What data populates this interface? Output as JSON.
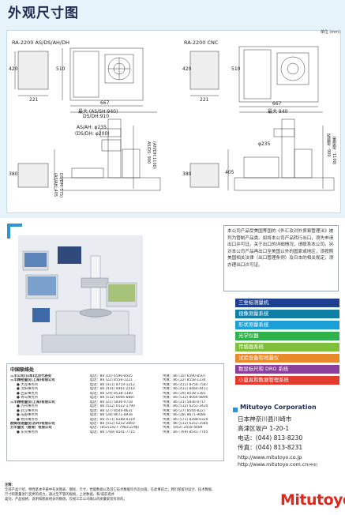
{
  "header": {
    "title": "外观尺寸图"
  },
  "drawing": {
    "unit_label": "单位 (mm)",
    "left_title": "RA-2200 AS/DS/AH/DH",
    "right_title": "RA-2200 CNC",
    "dims": {
      "h420": "420",
      "h510_a": "510",
      "w221": "221",
      "w667_a": "667",
      "max_as_sh": "最大 (AS/SH:940)",
      "ds_dh": "DS/DH:910",
      "ah_as": "AS/AH: φ235",
      "ds_dh_phi": "(DS/DH: φ200)",
      "h380": "380",
      "ahs_405": "(AS/AH: 405",
      "dsdh_375": "DS/DH: 375)",
      "as_ds_900": "AS/DS: 900",
      "ah_dh_1100": "(AH/DH:1100)",
      "h420_b": "420",
      "h510_b": "510",
      "w221_b": "221",
      "w667_b": "667",
      "max_940": "最大 940",
      "phi235": "φ235",
      "h380_b": "380",
      "h405": "405",
      "h900": "轻载型：900",
      "h1100": "（重型型：1100）"
    }
  },
  "intro": {
    "text": "本公司产品受美国等国的《外汇及对外贸易管理法》被列为管制产品类。如将本公司产品转行出口，须先申请出口许可证。关于出口的详细情况，请联系本公司。另对本公司产品再出口至美国以外的国家或地区，须按照美国相关法律（出口管理条例）及日本的相关规定，须办理出口许可证。"
  },
  "categories": [
    {
      "label": "三坐标测量机",
      "color": "#1e3f8f"
    },
    {
      "label": "视像测量系统",
      "color": "#0f7fa6"
    },
    {
      "label": "形状测量系统",
      "color": "#1aa0d6"
    },
    {
      "label": "光学仪器",
      "color": "#2fb24b"
    },
    {
      "label": "传感器系统",
      "color": "#7fbf3a"
    },
    {
      "label": "试验设备和地震仪",
      "color": "#e8892a"
    },
    {
      "label": "数显标尺和 DRO 系统",
      "color": "#8a3f9a"
    },
    {
      "label": "小量具和数据管理系统",
      "color": "#e23b2e"
    }
  ],
  "contacts": {
    "title": "中国联络处",
    "rows": [
      {
        "name": "三丰公司(日本)北京代表处",
        "tel": "电话：86 (10) 6590-8505",
        "fax": "传真：86 (10) 6590-8507",
        "type": "hq"
      },
      {
        "name": "三丰精密量仪(上海)有限公司",
        "tel": "电话：86 (22) 8558-1221",
        "fax": "传真：86 (22) 8558-1234",
        "type": "hq"
      },
      {
        "name": "● 大连事务所",
        "tel": "电话：86 (411) 8719-1212",
        "fax": "传真：86 (411) 8754-7587",
        "type": "br"
      },
      {
        "name": "● 沈阳事务所",
        "tel": "电话：86 (431) 8461-2510",
        "fax": "传真：86 (431) 8464-4411",
        "type": "br"
      },
      {
        "name": "● 西安事务所",
        "tel": "电话：86 (29) 8538-1380",
        "fax": "传真：86 (29) 8538-1381",
        "type": "br"
      },
      {
        "name": "● 青岛事务所",
        "tel": "电话：86 (532) 8066-8887",
        "fax": "传真：86 (532) 8066-8890",
        "type": "br"
      },
      {
        "name": "三丰精密量仪(上海)有限公司",
        "tel": "电话：86 (21) 5836-0718",
        "fax": "传真：86 (21) 5836-0717",
        "type": "hq"
      },
      {
        "name": "● 苏州事务所",
        "tel": "电话：86 (512) 6522-1790",
        "fax": "传真：86 (512) 6251-3420",
        "type": "br"
      },
      {
        "name": "● 武汉事务所",
        "tel": "电话：86 (27) 8544-8631",
        "fax": "传真：86 (27) 8544-8227",
        "type": "br"
      },
      {
        "name": "● 成都事务所",
        "tel": "电话：86 (28) 8671-8936",
        "fax": "传真：86 (28) 8671-9086",
        "type": "br"
      },
      {
        "name": "● 杭州事务所",
        "tel": "电话：86 (571) 8288-0319",
        "fax": "传真：86 (571) 8288-0320",
        "type": "br"
      },
      {
        "name": "欧姆龙测量仪(苏州)有限公司",
        "tel": "电话：86 (512) 6252-2660",
        "fax": "传真：86 (512) 6252-2580",
        "type": "hq"
      },
      {
        "name": "力丰量仪（香港）有限公司",
        "tel": "电话：(852)2427-7981(22线)",
        "fax": "传真：(852) 2418-4489",
        "type": "hq"
      },
      {
        "name": "● 东莞事务所",
        "tel": "电话：86 (769) 8541-7715",
        "fax": "传真：86 (769) 8541-7745",
        "type": "br"
      }
    ]
  },
  "corporation": {
    "name": "Mitutoyo Corporation",
    "address_1": "日本神奈川县川崎市",
    "address_2": "高津区坂户 1-20-1",
    "tel": "电话：(044) 813-8230",
    "fax": "传真：(044) 813-8231",
    "web_1": "http://www.mitutoyo.co.jp",
    "web_2": "http://www.mitutoyo.com.cn",
    "web_2_suffix": "(中文)"
  },
  "notes": {
    "title": "注释：",
    "line_1": "全部产品介绍、特性基本手册中有关图表、图样、尺寸、性能数据以及其它技术数据均为近似值。在此事前之，我们保留对设计、技术数据、尺寸和重量进行变更的权力。通过至不管的规格，上述数据，和/或前者并",
    "line_2": "类别，产品规格、说明和图表相关的数值，仅视三丰公司确认的质量安装有效的。"
  },
  "logo": {
    "text": "Mitutoyo"
  }
}
